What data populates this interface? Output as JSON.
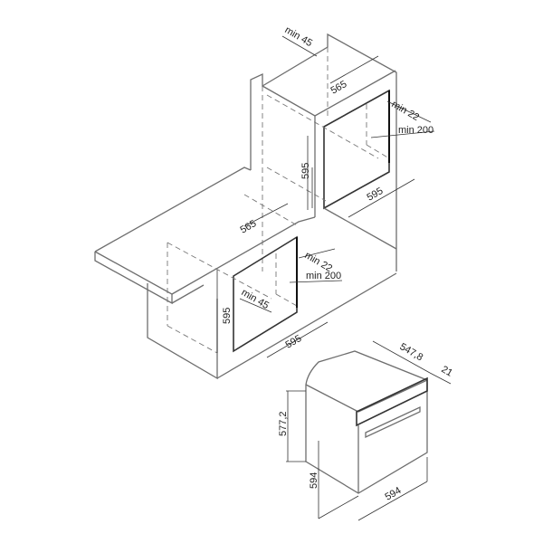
{
  "tall_unit": {
    "min_top_gap": "min 45",
    "depth": "565",
    "min_side": "min 22",
    "min_vent": "min 200",
    "height": "595",
    "width": "595"
  },
  "under_counter": {
    "depth": "565",
    "min_side": "min 22",
    "min_vent": "min 200",
    "height": "595",
    "min_gap": "min  45",
    "width": "595"
  },
  "oven": {
    "depth": "547,8",
    "door_thickness": "21",
    "body_height": "577,2",
    "height": "594",
    "width": "594"
  }
}
